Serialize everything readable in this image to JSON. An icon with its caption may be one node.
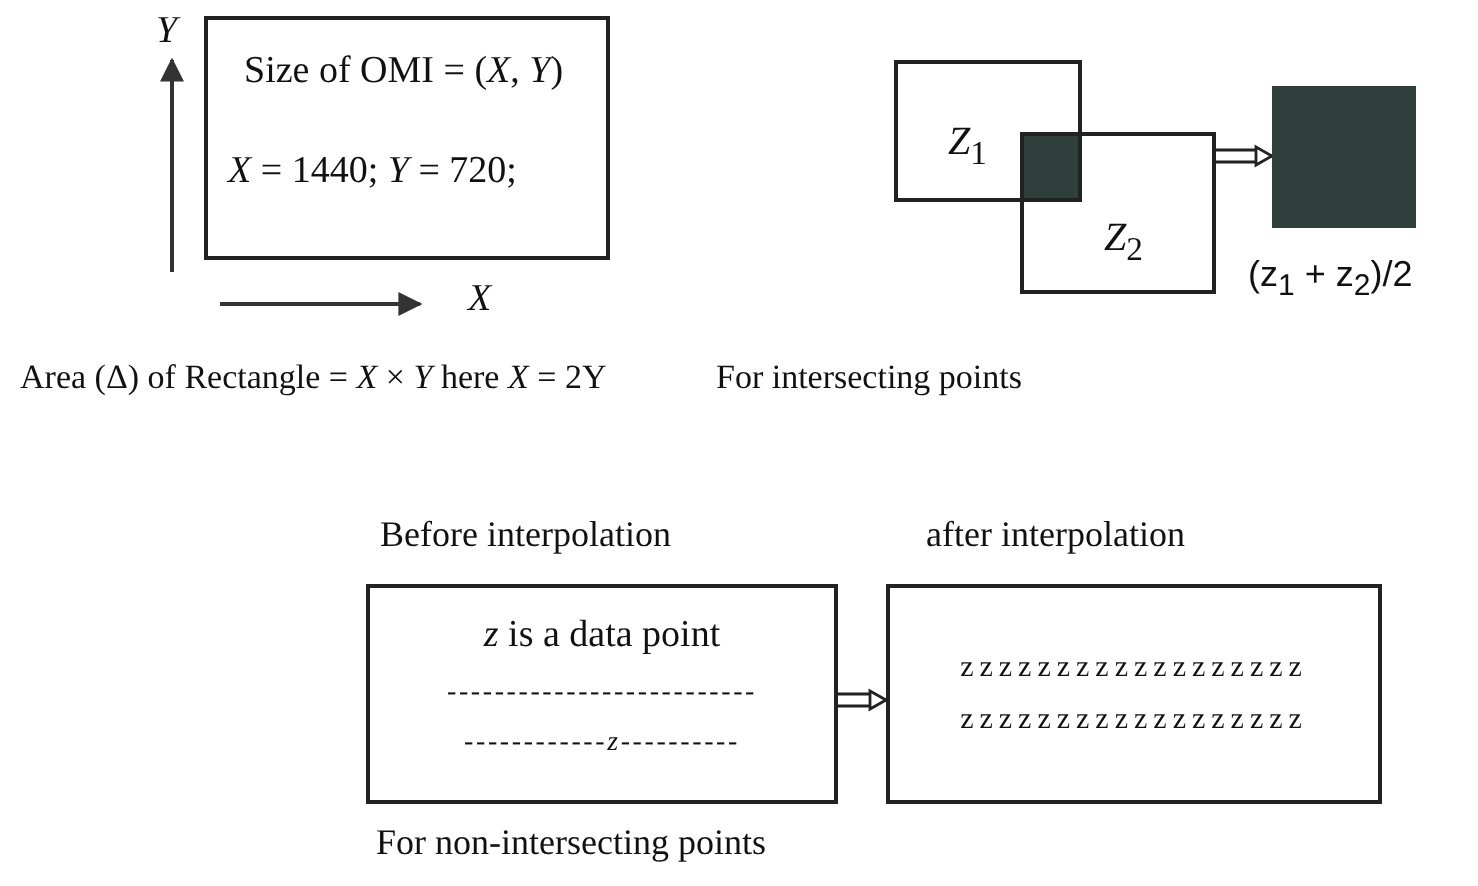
{
  "diagram": {
    "nodes": [
      {
        "text": [
          "Size of OMI = (*X*, *Y*)",
          "*X* = 1440; *Y* = 720;"
        ]
      },
      {
        "text": [
          "*Z*$_{1}$"
        ]
      },
      {
        "text": [
          "*Z*$_{2}$"
        ]
      },
      {
        "text": [],
        "shape": "box",
        "beside": [
          "(z$_{1}$ + z$_{2}$)/2"
        ]
      },
      {
        "text": [
          "*z* is a data point",
          "--------------------------",
          "------------*z*----------"
        ],
        "beside": [
          "Before interpolation"
        ]
      },
      {
        "text": [
          "zzzzzzzzzzzzzzzzzz",
          "zzzzzzzzzzzzzzzzzz"
        ],
        "beside": [
          "after interpolation"
        ]
      }
    ],
    "edges": [
      {
        "from": 2,
        "to": 3,
        "arrow": "to"
      },
      {
        "from": 4,
        "to": 5,
        "arrow": "to"
      }
    ],
    "labels": [
      "*Y*",
      "*X*",
      "Area (Δ) of Rectangle = *X* × *Y* here *X* = 2Y",
      "For intersecting points",
      "For non-intersecting points"
    ]
  }
}
